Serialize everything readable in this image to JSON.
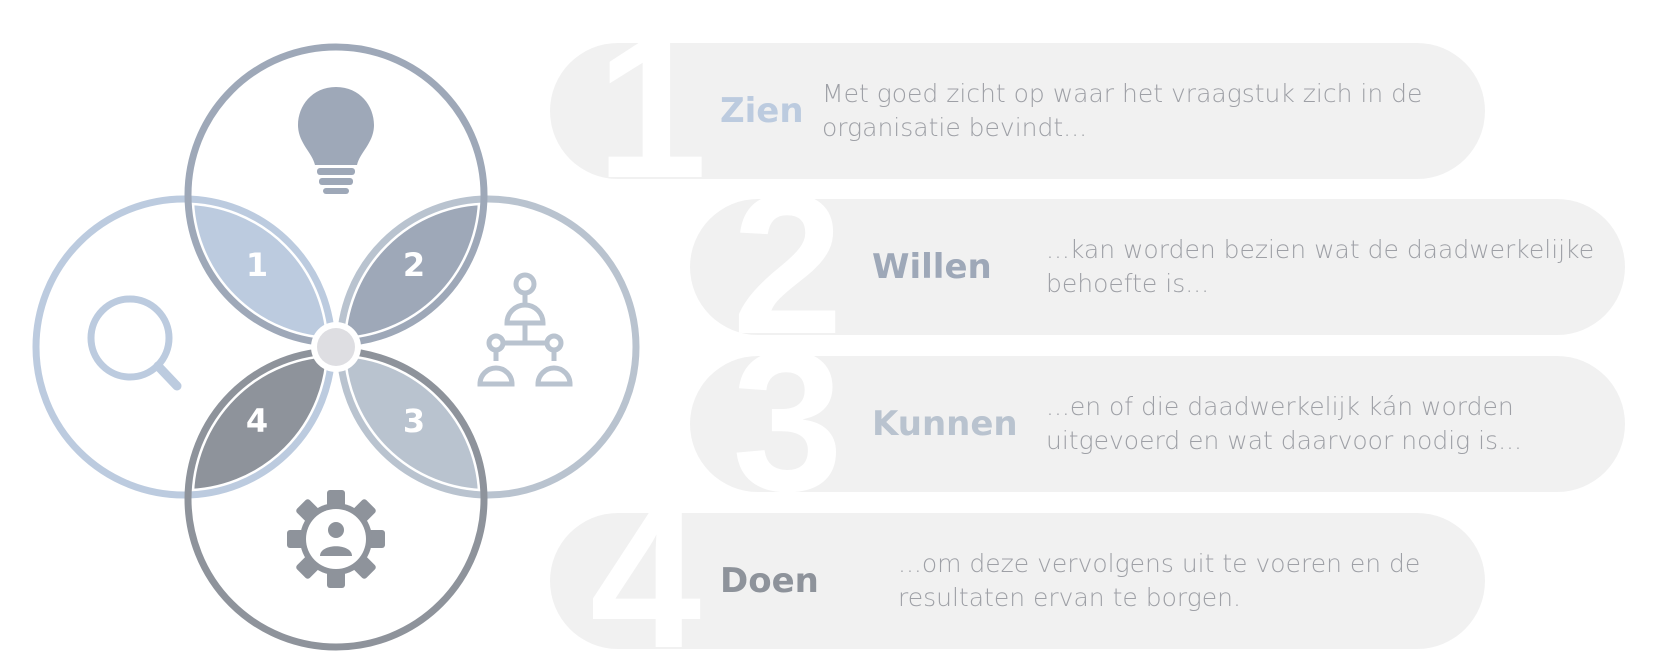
{
  "colors": {
    "blue_light": "#bccbdf",
    "gray_blue": "#9ea8b8",
    "gray_light": "#b9c3cf",
    "gray_dark": "#8e939b",
    "pill_bg": "#f1f1f1",
    "text": "#9ea0a6"
  },
  "icons": {
    "top": "lightbulb-icon",
    "right": "hierarchy-icon",
    "bottom": "gear-user-icon",
    "left": "search-icon"
  },
  "petals": {
    "p1": "1",
    "p2": "2",
    "p3": "3",
    "p4": "4"
  },
  "steps": [
    {
      "number": "1",
      "title": "Zien",
      "text_line1": "Met goed zicht op waar het vraagstuk zich in de",
      "text_line2": "organisatie bevindt..."
    },
    {
      "number": "2",
      "title": "Willen",
      "text_line1": "...kan worden bezien wat de daadwerkelijke",
      "text_line2": "behoefte is..."
    },
    {
      "number": "3",
      "title": "Kunnen",
      "text_line1": "...en of die daadwerkelijk kán worden",
      "text_line2": "uitgevoerd en wat daarvoor nodig is..."
    },
    {
      "number": "4",
      "title": "Doen",
      "text_line1": "...om deze vervolgens uit te voeren en de",
      "text_line2": "resultaten ervan te borgen."
    }
  ]
}
